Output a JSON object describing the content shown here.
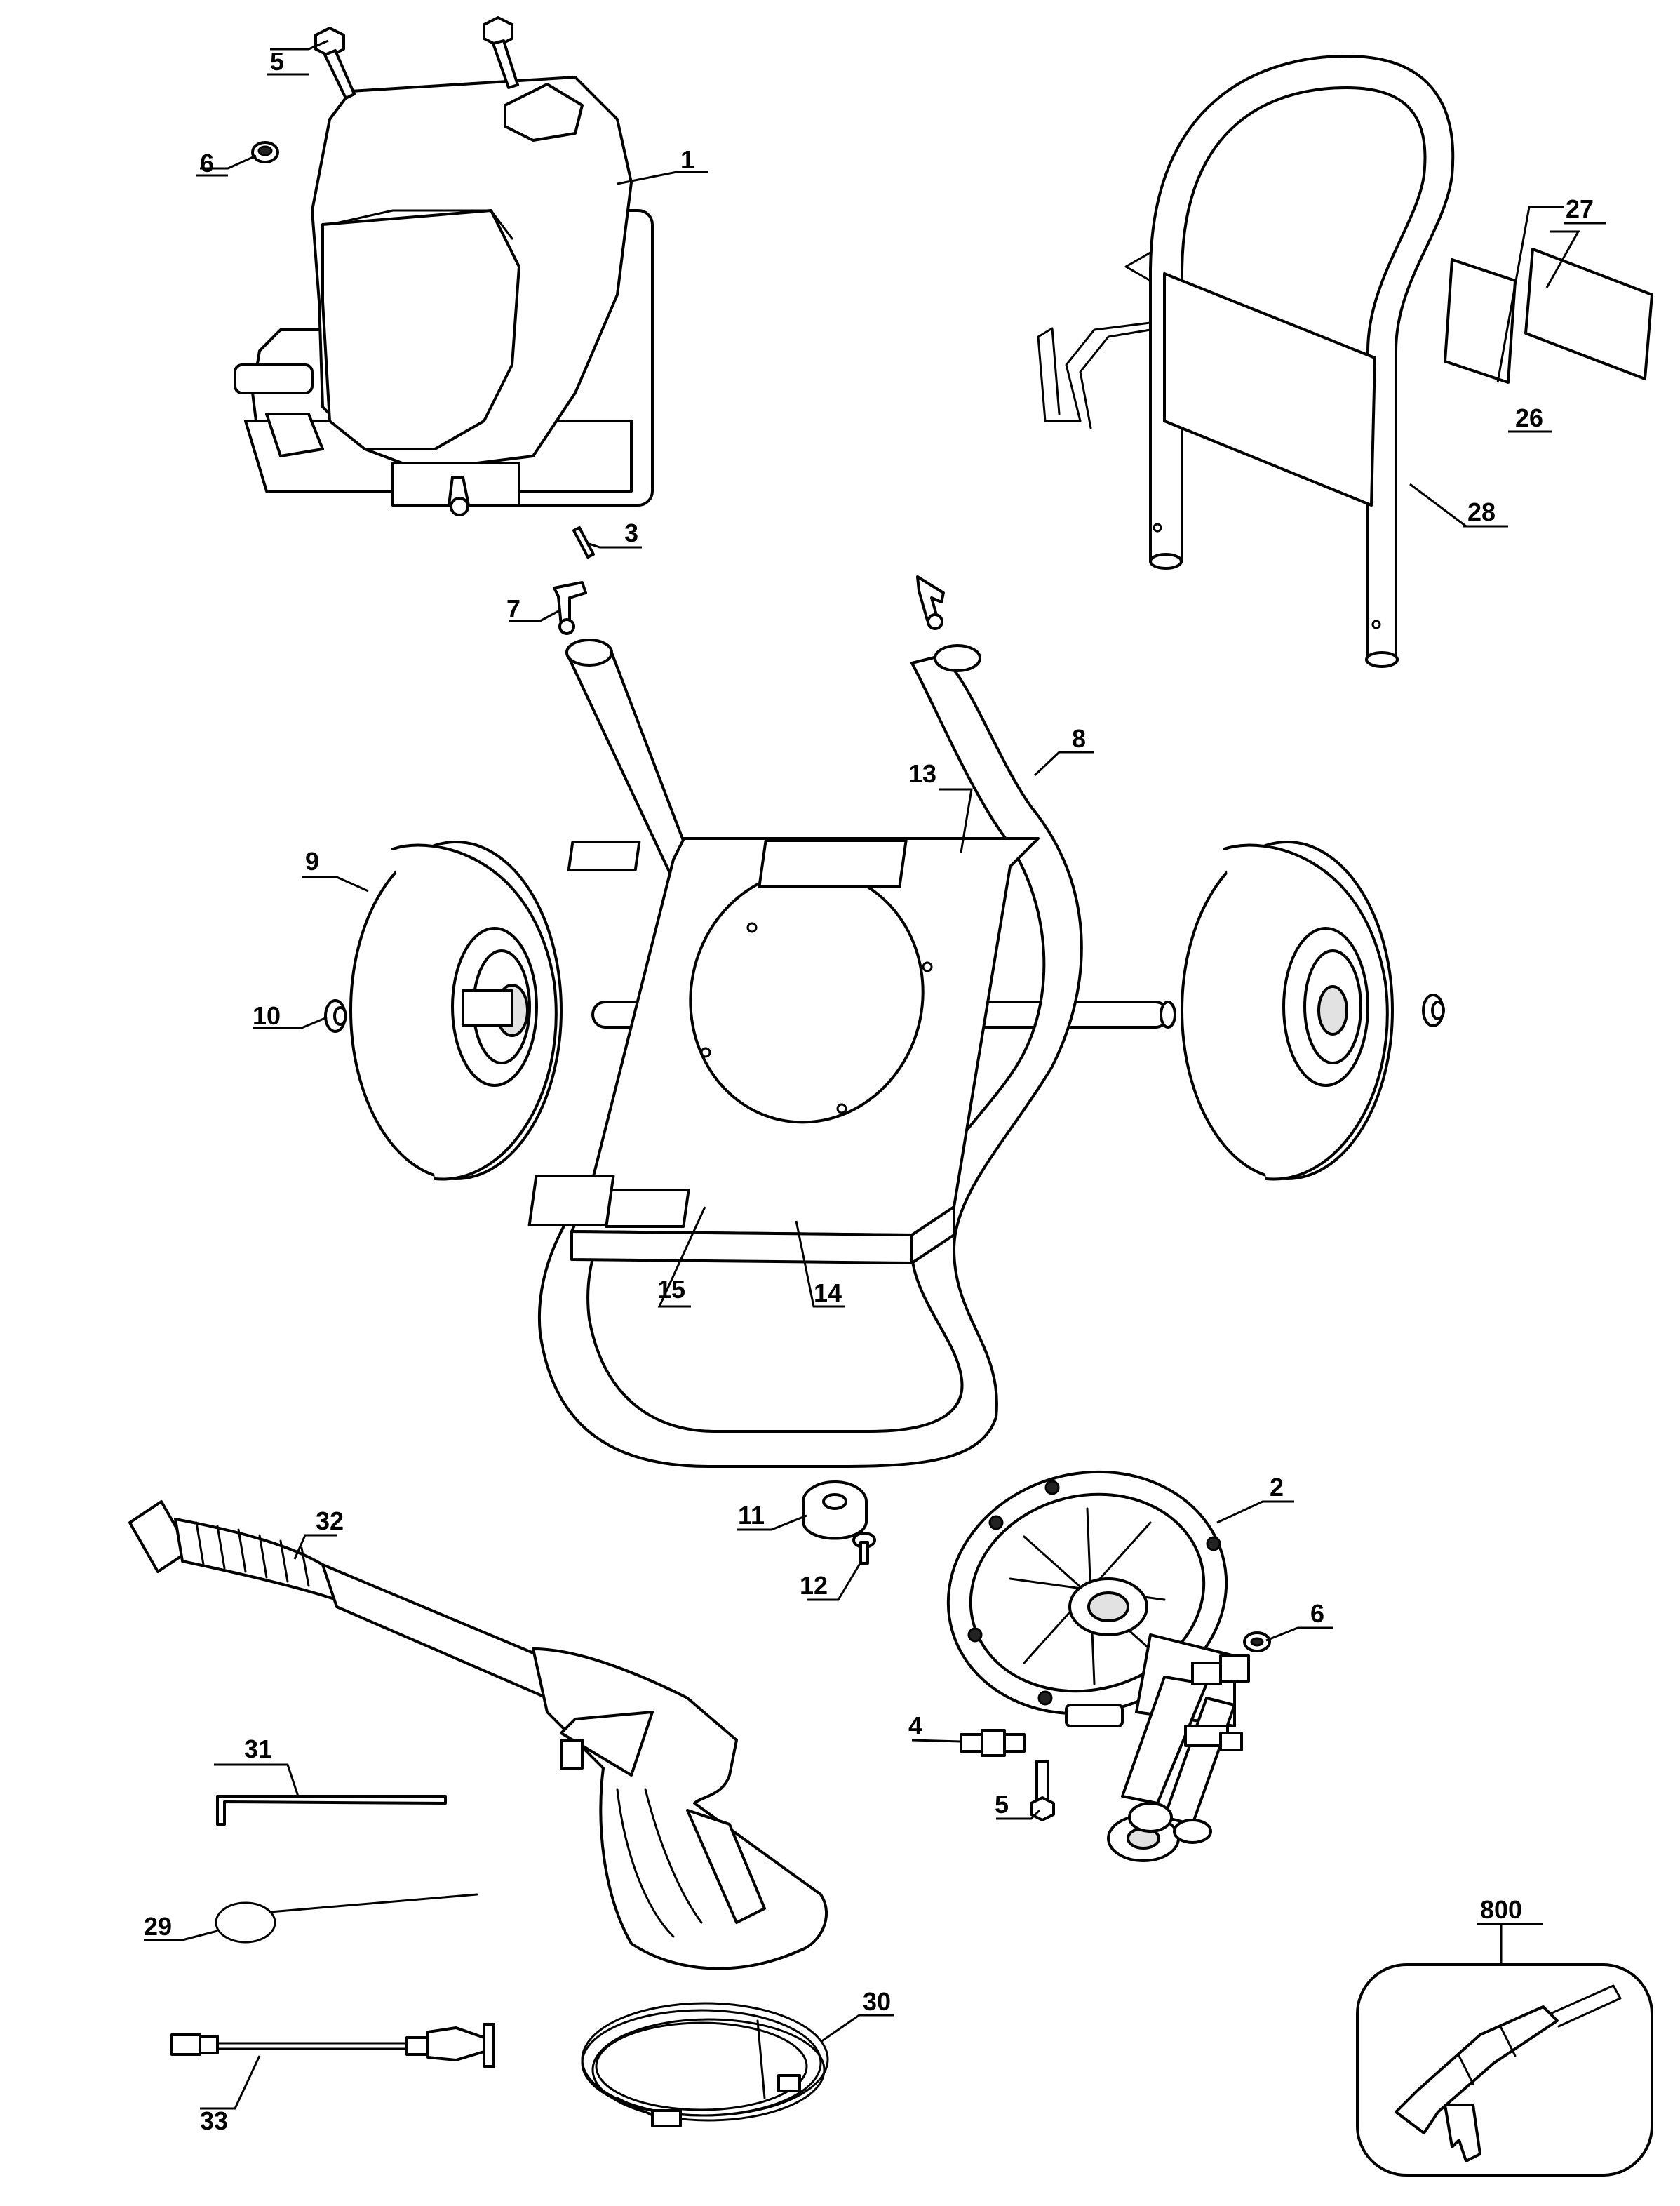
{
  "callouts": {
    "c1": "1",
    "c2": "2",
    "c3": "3",
    "c4": "4",
    "c5a": "5",
    "c5b": "5",
    "c6a": "6",
    "c6b": "6",
    "c7": "7",
    "c8": "8",
    "c9": "9",
    "c10": "10",
    "c11": "11",
    "c12": "12",
    "c13": "13",
    "c14": "14",
    "c15": "15",
    "c26": "26",
    "c27": "27",
    "c28": "28",
    "c29": "29",
    "c30": "30",
    "c31": "31",
    "c32": "32",
    "c33": "33",
    "c800": "800"
  }
}
